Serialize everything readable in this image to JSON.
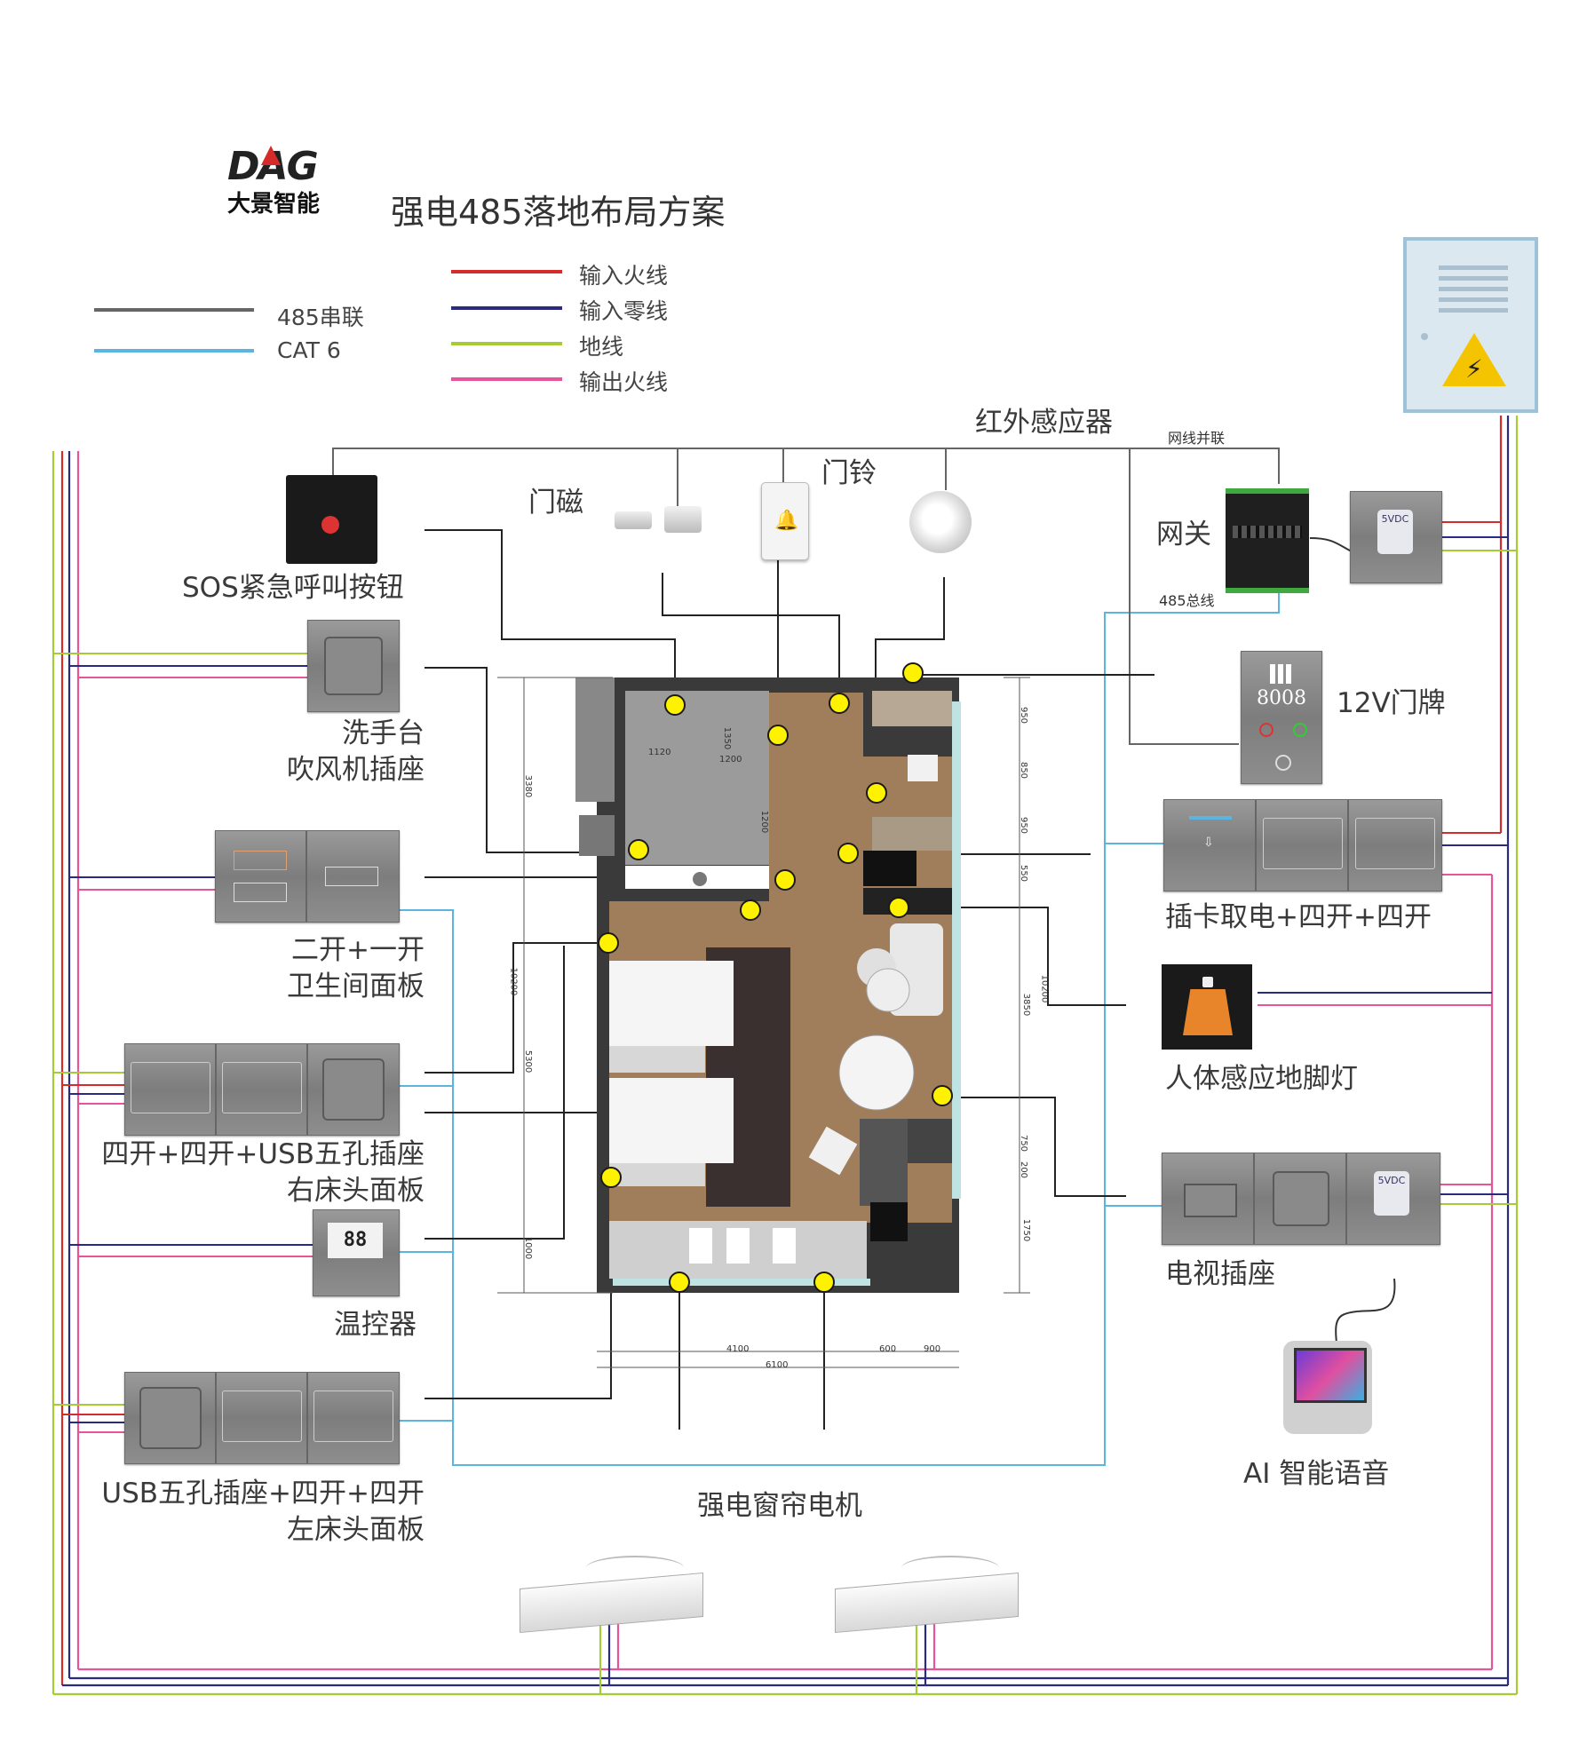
{
  "brand": {
    "logo_text": "DAG",
    "name": "大景智能"
  },
  "title": "强电485落地布局方案",
  "legend_left": [
    {
      "label": "485串联",
      "color": "#666666"
    },
    {
      "label": "CAT 6",
      "color": "#5ab6e0"
    }
  ],
  "legend_right": [
    {
      "label": "输入火线",
      "color": "#d62b2b"
    },
    {
      "label": "输入零线",
      "color": "#2a2a80"
    },
    {
      "label": "地线",
      "color": "#a5cc35"
    },
    {
      "label": "输出火线",
      "color": "#e6559a"
    }
  ],
  "left_labels": {
    "sos": "SOS紧急呼叫按钮",
    "washbasin_1": "洗手台",
    "washbasin_2": "吹风机插座",
    "bath_1": "二开+一开",
    "bath_2": "卫生间面板",
    "right_bed_1": "四开+四开+USB五孔插座",
    "right_bed_2": "右床头面板",
    "thermostat": "温控器",
    "left_bed_1": "USB五孔插座+四开+四开",
    "left_bed_2": "左床头面板"
  },
  "top_labels": {
    "ir_sensor": "红外感应器",
    "door_magnet": "门磁",
    "doorbell": "门铃",
    "network_parallel": "网线并联",
    "bus_485": "485总线"
  },
  "right_labels": {
    "gateway": "网关",
    "door_plate": "12V门牌",
    "card_power": "插卡取电+四开+四开",
    "foot_light": "人体感应地脚灯",
    "tv_socket": "电视插座",
    "ai_voice": "AI 智能语音"
  },
  "bottom_labels": {
    "curtain_motor": "强电窗帘电机"
  },
  "device_text": {
    "power_5v": "5VDC",
    "room_number": "8008",
    "thermostat_display": "88"
  },
  "floorplan_dims": {
    "left_1": "3380",
    "left_2": "10200",
    "left_3": "5300",
    "left_4": "1000",
    "right_1": "950",
    "right_2": "850",
    "right_3": "950",
    "right_4": "550",
    "right_5": "3850",
    "right_6": "750",
    "right_7": "200",
    "right_8": "1750",
    "right_total": "10200",
    "bottom_1": "4100",
    "bottom_2": "600",
    "bottom_3": "900",
    "bottom_total": "6100",
    "room_a": "1350",
    "room_b": "1120",
    "room_c": "1200",
    "room_d": "1200"
  }
}
